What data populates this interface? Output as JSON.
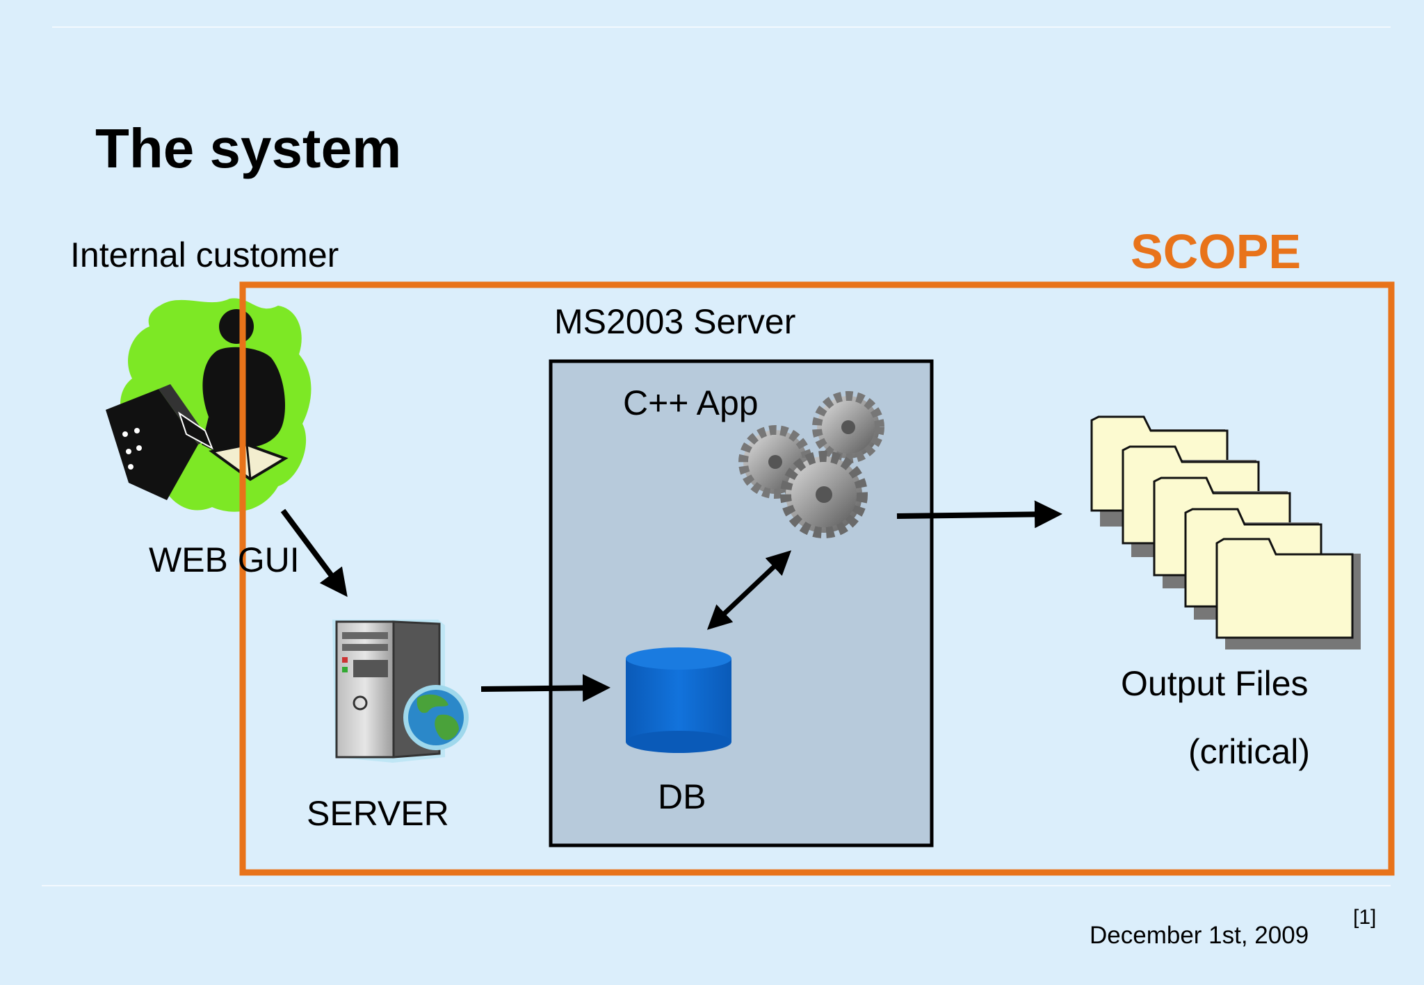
{
  "slide": {
    "title": "The system",
    "scope_label": "SCOPE",
    "footer_date": "December 1st, 2009",
    "footnote": "[1]"
  },
  "diagram": {
    "internal_customer_label": "Internal customer",
    "web_gui_label": "WEB GUI",
    "server_label": "SERVER",
    "ms2003_label": "MS2003 Server",
    "cpp_app_label": "C++ App",
    "db_label": "DB",
    "output_files_label": "Output Files",
    "output_files_note": "(critical)"
  },
  "colors": {
    "background": "#dbeefb",
    "scope_accent": "#e8731a",
    "server_box_fill": "#b7cadb",
    "db_blue": "#0a64c8",
    "customer_green": "#7de825",
    "folder_fill": "#fcfad0"
  },
  "icons": [
    "customer-computer-icon",
    "server-globe-icon",
    "gears-icon",
    "database-icon",
    "folders-icon"
  ]
}
